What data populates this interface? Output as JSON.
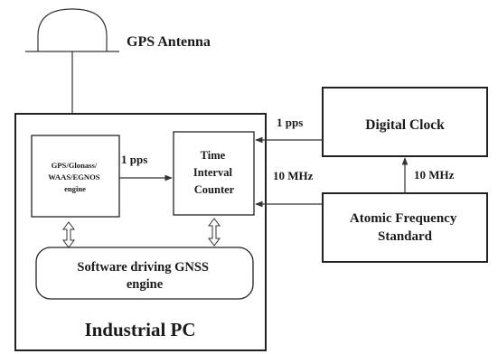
{
  "antenna": {
    "label": "GPS Antenna"
  },
  "industrial_pc": {
    "label": "Industrial PC"
  },
  "gnss_engine": {
    "lines": [
      "GPS/Glonass/",
      "WAAS/EGNOS",
      "engine"
    ]
  },
  "time_interval_counter": {
    "lines": [
      "Time",
      "Interval",
      "Counter"
    ]
  },
  "software": {
    "lines": [
      "Software driving GNSS",
      "engine"
    ]
  },
  "digital_clock": {
    "label": "Digital Clock"
  },
  "atomic_standard": {
    "lines": [
      "Atomic Frequency",
      "Standard"
    ]
  },
  "signals": {
    "engine_to_counter": "1 pps",
    "clock_to_counter": "1 pps",
    "atomic_to_counter": "10 MHz",
    "atomic_to_clock": "10 MHz"
  }
}
